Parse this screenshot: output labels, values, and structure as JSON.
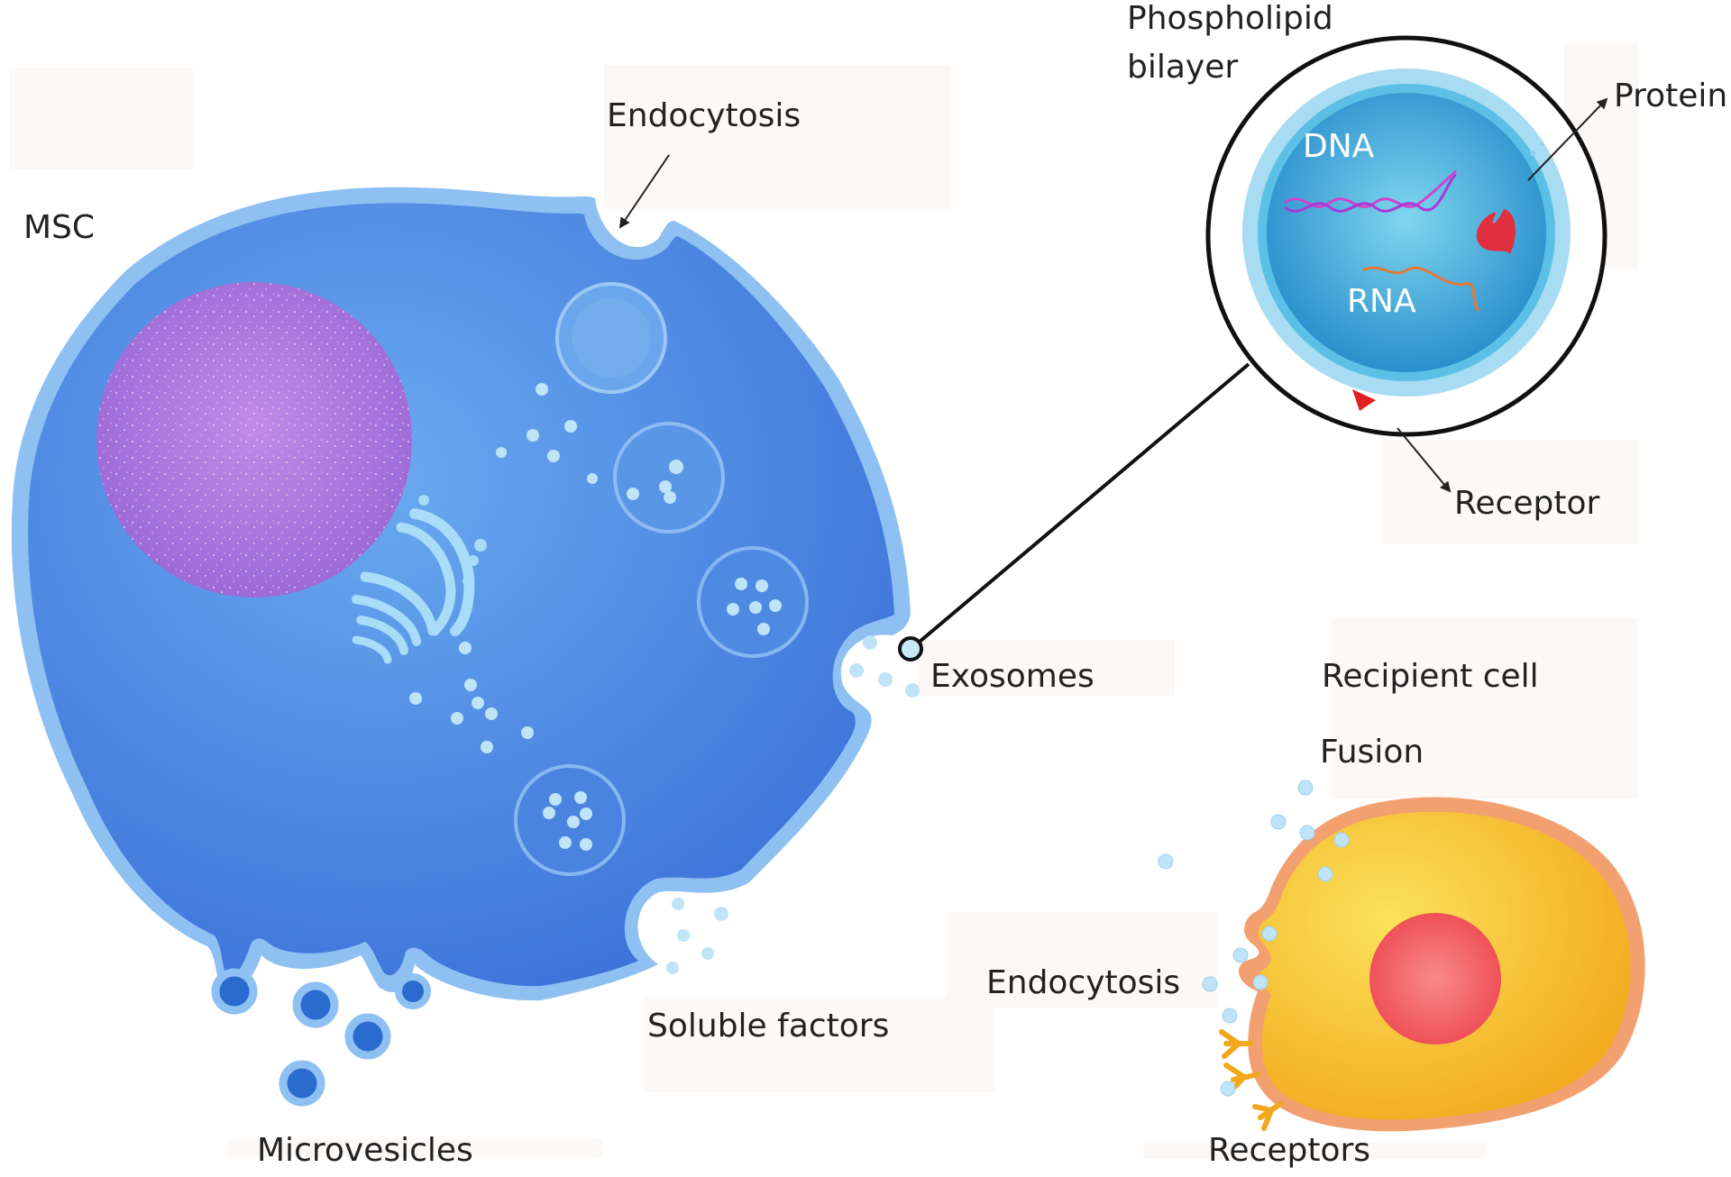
{
  "labels": {
    "msc": "MSC",
    "endocytosis_top": "Endocytosis",
    "phospholipid_line1": "Phospholipid",
    "phospholipid_line2": "bilayer",
    "protein": "Protein",
    "dna": "DNA",
    "rna": "RNA",
    "receptor": "Receptor",
    "exosomes": "Exosomes",
    "recipient_cell": "Recipient cell",
    "fusion": "Fusion",
    "endocytosis_bottom": "Endocytosis",
    "soluble_factors": "Soluble factors",
    "microvesicles": "Microvesicles",
    "receptors": "Receptors"
  },
  "colors": {
    "msc_cell": "#4a86e0",
    "msc_membrane": "#8ec0f2",
    "msc_nucleus": "#b07be0",
    "vesicle": "#aad4f5",
    "exosome_outer": "#9fd5f0",
    "exosome_inner": "#2a9bd0",
    "recipient_cell": "#f6b820",
    "recipient_membrane": "#f2a070",
    "recipient_nucleus": "#f05a60",
    "dna": "#cc44cc",
    "rna": "#e07a3a",
    "protein": "#e03040",
    "receptor_mark": "#e02020"
  }
}
